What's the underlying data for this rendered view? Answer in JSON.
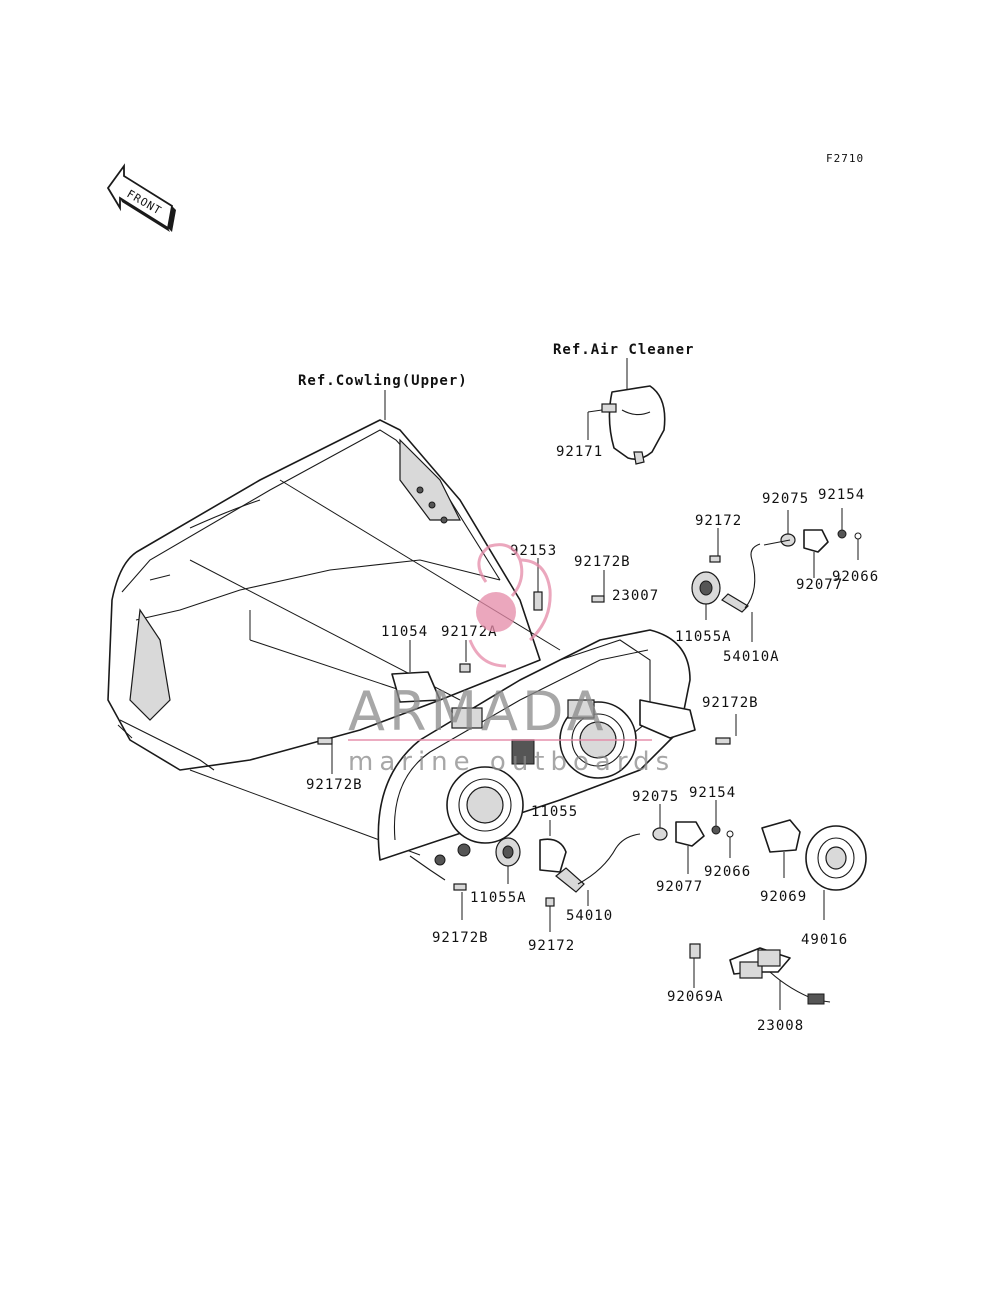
{
  "figure_code": "F2710",
  "front_arrow_label": "FRONT",
  "references": {
    "air_cleaner": "Ref.Air Cleaner",
    "cowling_upper": "Ref.Cowling(Upper)"
  },
  "parts": [
    {
      "id": "p92171",
      "label": "92171"
    },
    {
      "id": "p92075a",
      "label": "92075"
    },
    {
      "id": "p92154a",
      "label": "92154"
    },
    {
      "id": "p92172a",
      "label": "92172"
    },
    {
      "id": "p92153",
      "label": "92153"
    },
    {
      "id": "p92172b_top",
      "label": "92172B"
    },
    {
      "id": "p92077a",
      "label": "92077"
    },
    {
      "id": "p92066a",
      "label": "92066"
    },
    {
      "id": "p23007",
      "label": "23007"
    },
    {
      "id": "p11054",
      "label": "11054"
    },
    {
      "id": "p92172A",
      "label": "92172A"
    },
    {
      "id": "p11055Aa",
      "label": "11055A"
    },
    {
      "id": "p54010A",
      "label": "54010A"
    },
    {
      "id": "p92172b_right",
      "label": "92172B"
    },
    {
      "id": "p92172b_left",
      "label": "92172B"
    },
    {
      "id": "p92075b",
      "label": "92075"
    },
    {
      "id": "p92154b",
      "label": "92154"
    },
    {
      "id": "p11055",
      "label": "11055"
    },
    {
      "id": "p92077b",
      "label": "92077"
    },
    {
      "id": "p92066b",
      "label": "92066"
    },
    {
      "id": "p11055Ab",
      "label": "11055A"
    },
    {
      "id": "p54010",
      "label": "54010"
    },
    {
      "id": "p92069",
      "label": "92069"
    },
    {
      "id": "p49016",
      "label": "49016"
    },
    {
      "id": "p92172b_bottom",
      "label": "92172B"
    },
    {
      "id": "p92172b",
      "label": "92172"
    },
    {
      "id": "p92069A",
      "label": "92069A"
    },
    {
      "id": "p23008",
      "label": "23008"
    }
  ],
  "watermark": {
    "brand": "ARMADA",
    "tagline": "marine outboards",
    "accent_color": "#e58aa8"
  },
  "colors": {
    "line": "#1a1a1a",
    "background": "#ffffff"
  }
}
